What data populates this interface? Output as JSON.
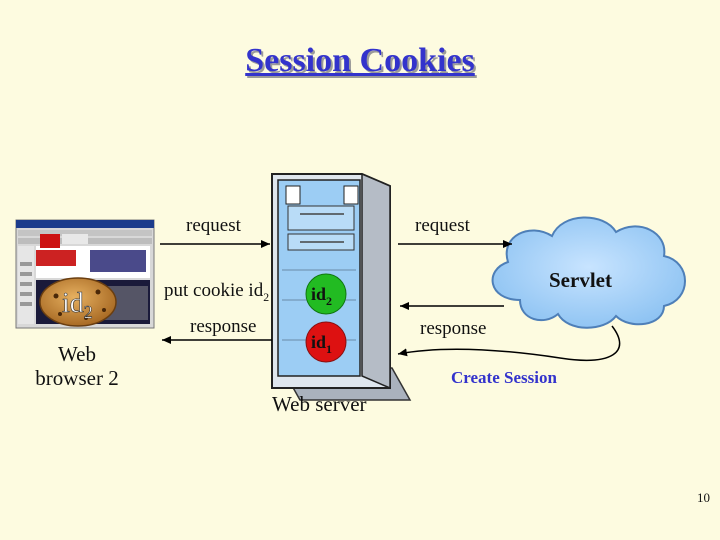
{
  "title": "Session Cookies",
  "browser": {
    "label_line1": "Web",
    "label_line2": "browser 2",
    "cookie": {
      "text": "id",
      "sub": "2"
    }
  },
  "server": {
    "label": "Web server",
    "session_ids": [
      {
        "text": "id",
        "sub": "2",
        "color": "#22bb22"
      },
      {
        "text": "id",
        "sub": "1",
        "color": "#dd1111"
      }
    ]
  },
  "servlet": {
    "label": "Servlet"
  },
  "arrows": {
    "request_left": "request",
    "request_right": "request",
    "put_cookie": {
      "text": "put cookie id",
      "sub": "2"
    },
    "response_left": "response",
    "response_right": "response",
    "create_session": "Create Session"
  },
  "colors": {
    "title": "#3333cc",
    "create_session": "#3333cc",
    "background": "#fdfbe0"
  },
  "page_number": "10"
}
